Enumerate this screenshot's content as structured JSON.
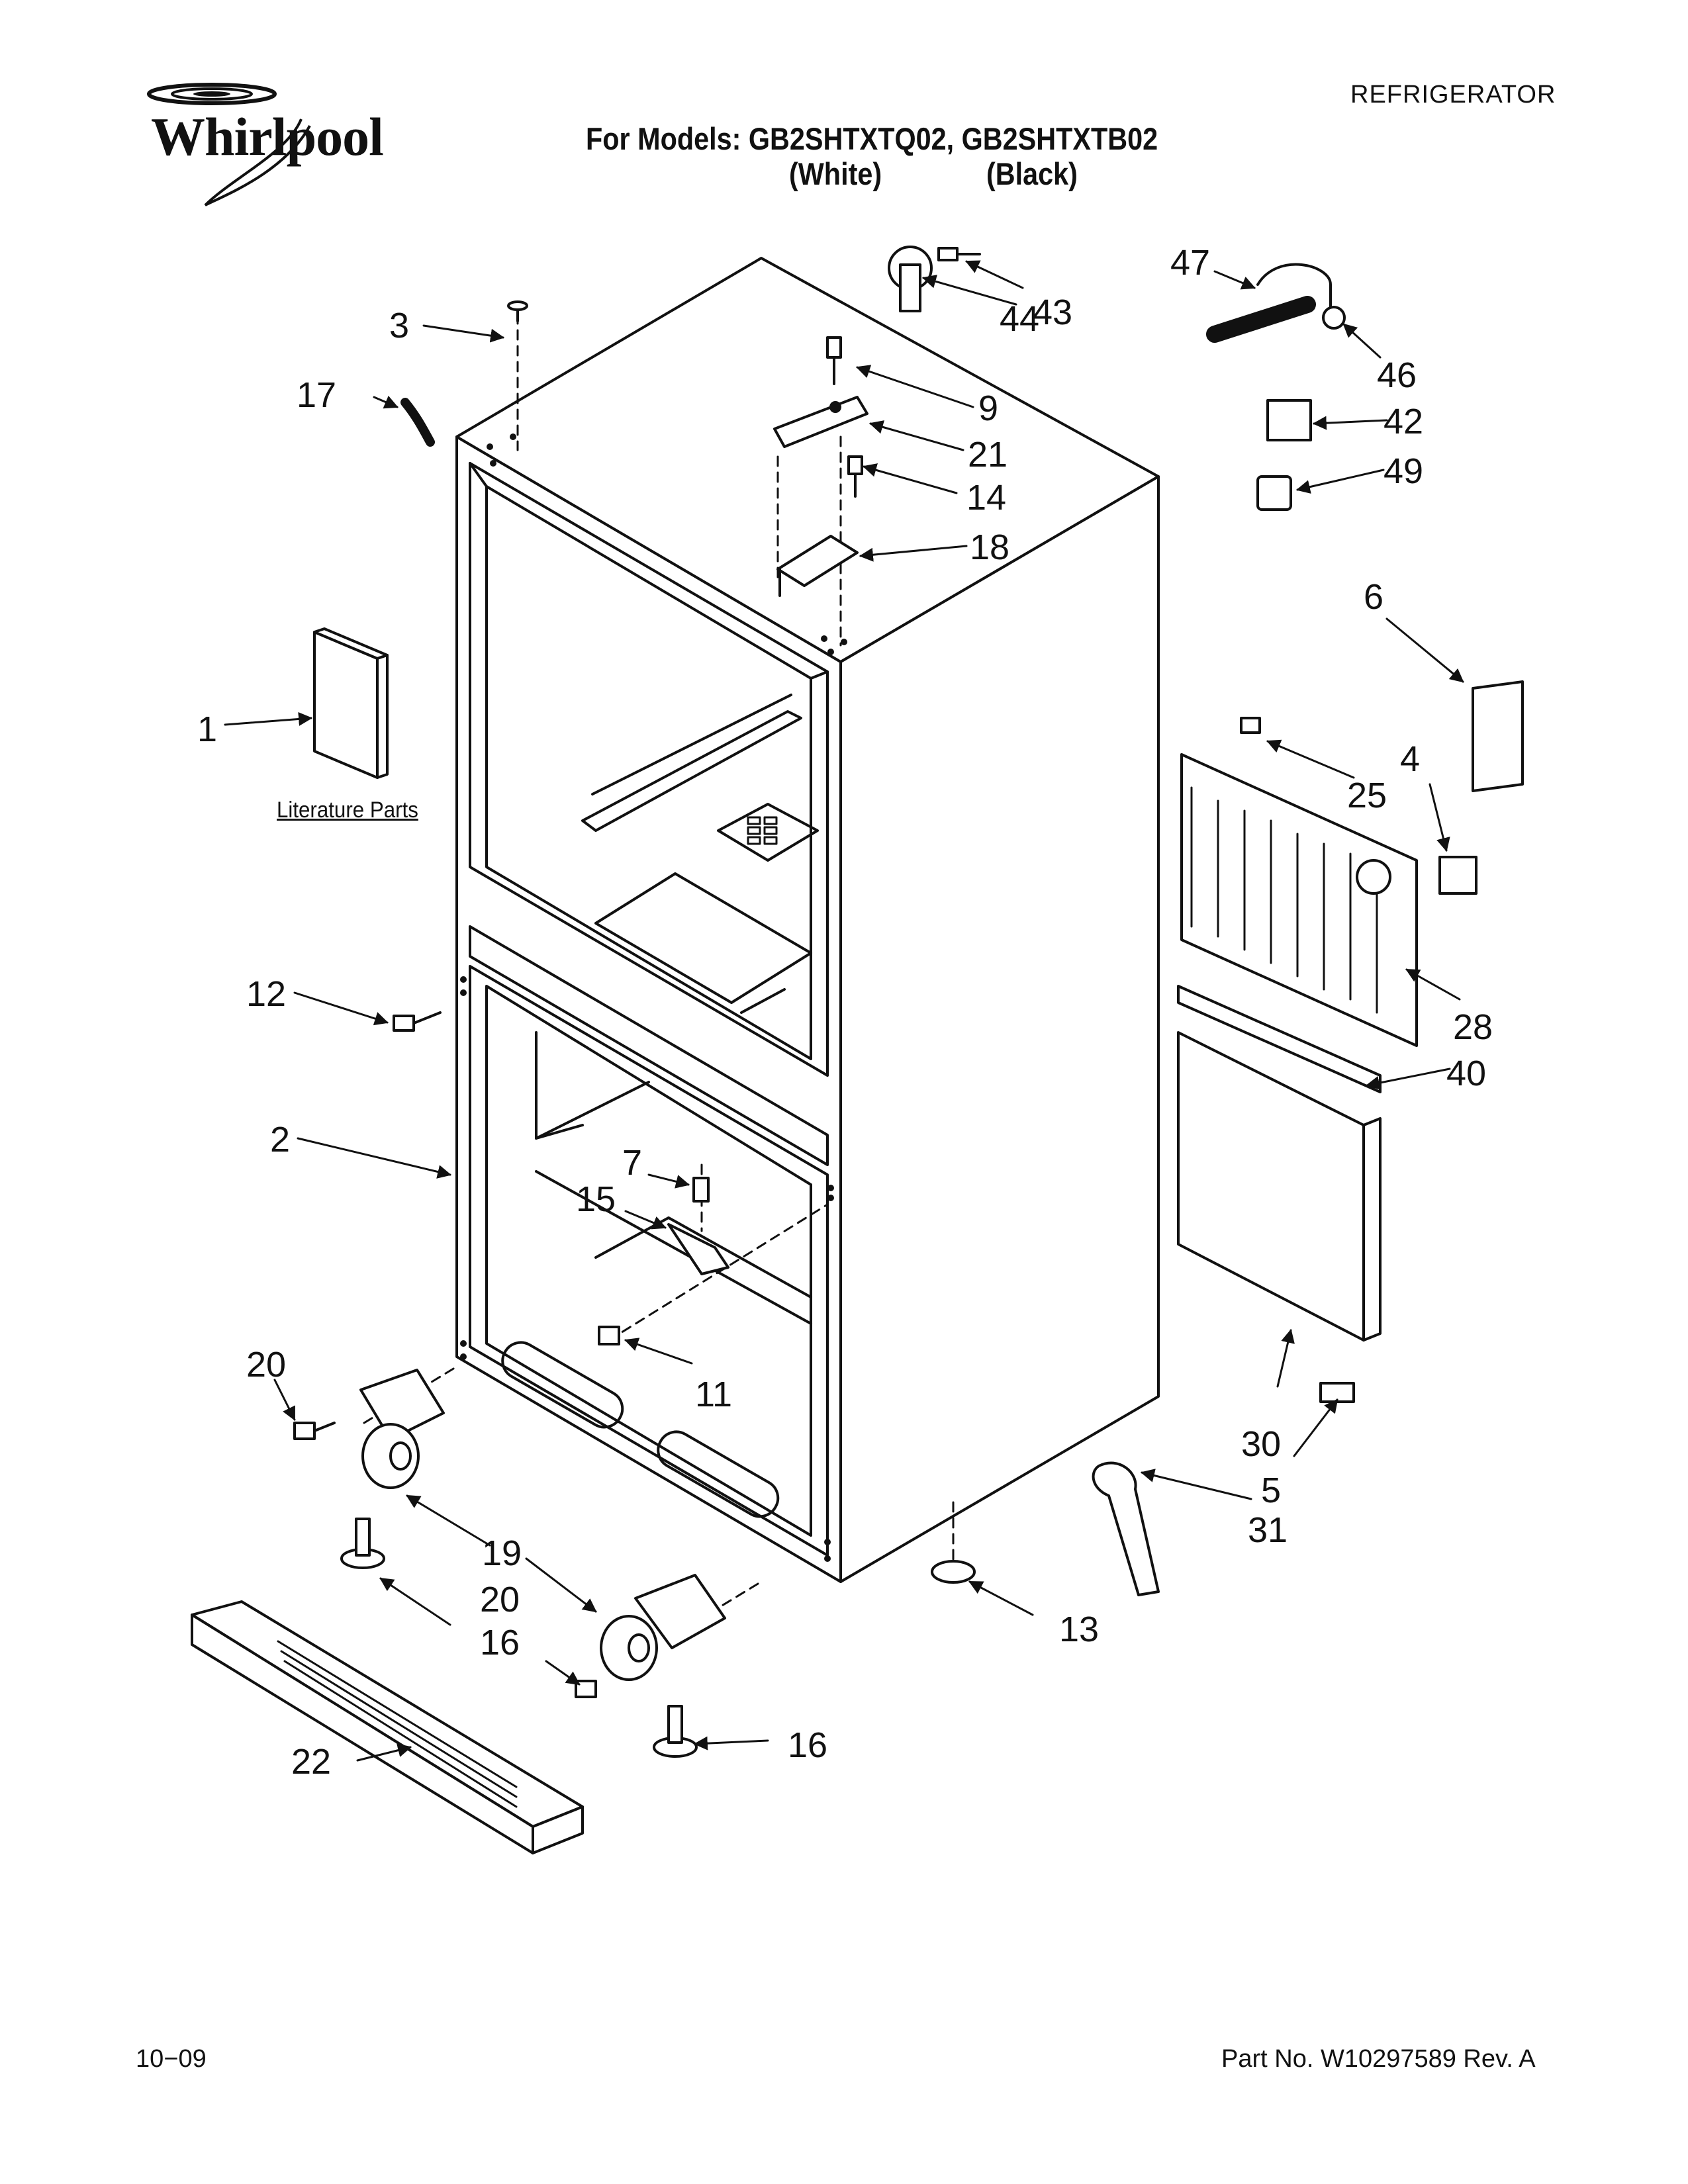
{
  "brand": {
    "logo_text": "Whirlpool"
  },
  "header": {
    "category": "REFRIGERATOR",
    "models_line": "For Models: GB2SHTXTQ02, GB2SHTXTB02",
    "color_white": "(White)",
    "color_black": "(Black)"
  },
  "diagram": {
    "literature_label": "Literature Parts",
    "callouts": {
      "c1": "1",
      "c2": "2",
      "c3": "3",
      "c4": "4",
      "c5": "5",
      "c6": "6",
      "c7": "7",
      "c9": "9",
      "c11": "11",
      "c12": "12",
      "c13": "13",
      "c14": "14",
      "c15": "15",
      "c16a": "16",
      "c16b": "16",
      "c17": "17",
      "c18": "18",
      "c19": "19",
      "c20a": "20",
      "c20b": "20",
      "c21": "21",
      "c22": "22",
      "c25": "25",
      "c28": "28",
      "c30": "30",
      "c31": "31",
      "c40": "40",
      "c42": "42",
      "c43": "43",
      "c44": "44",
      "c46": "46",
      "c47": "47",
      "c49": "49"
    }
  },
  "footer": {
    "date": "10−09",
    "part_no": "Part No. W10297589 Rev. A"
  }
}
